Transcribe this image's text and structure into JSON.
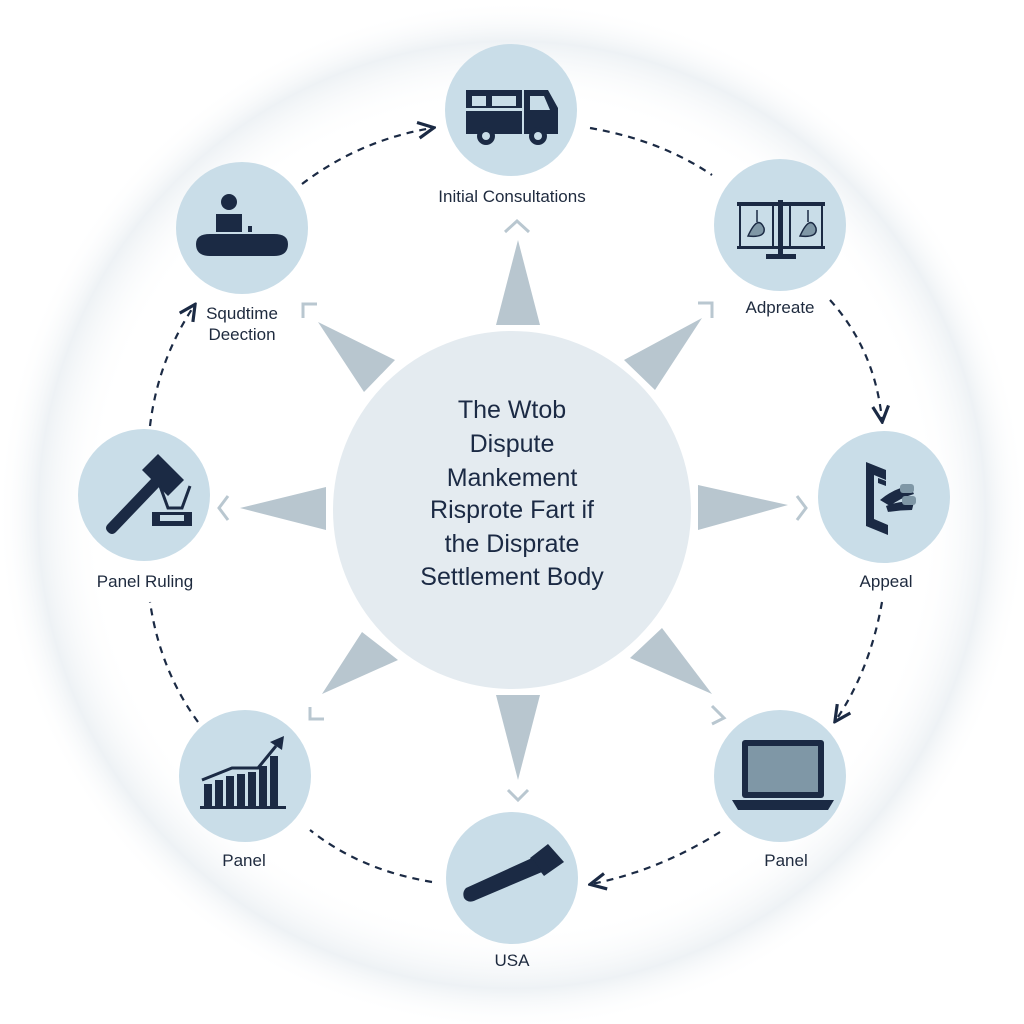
{
  "center": {
    "lines": [
      "The Wtob",
      "Dispute",
      "Mankement",
      "Risprote Fart if",
      "the Disprate",
      "Settlement Body"
    ]
  },
  "nodes": [
    {
      "id": "top",
      "label": "Initial Consultations",
      "icon": "truck-icon"
    },
    {
      "id": "top-right",
      "label": "Adpreate",
      "icon": "balance-scale-icon"
    },
    {
      "id": "right",
      "label": "Appeal",
      "icon": "appeal-document-icon"
    },
    {
      "id": "bottom-right",
      "label": "Panel",
      "icon": "laptop-icon"
    },
    {
      "id": "bottom",
      "label": "USA",
      "icon": "chisel-icon"
    },
    {
      "id": "bottom-left",
      "label": "Panel",
      "icon": "bar-chart-growth-icon"
    },
    {
      "id": "left",
      "label": "Panel Ruling",
      "icon": "gavel-scale-icon"
    },
    {
      "id": "top-left",
      "label": "Squdtime Deection",
      "label_lines": [
        "Squdtime",
        "Deection"
      ],
      "icon": "person-at-desk-icon"
    }
  ],
  "colors": {
    "circle_fill": "#c9dde8",
    "center_fill": "#e4ebf0",
    "icon": "#1b2a44",
    "arrow": "#1b2a44",
    "spike": "#b8c6cf",
    "halo": "#eef2f5"
  }
}
